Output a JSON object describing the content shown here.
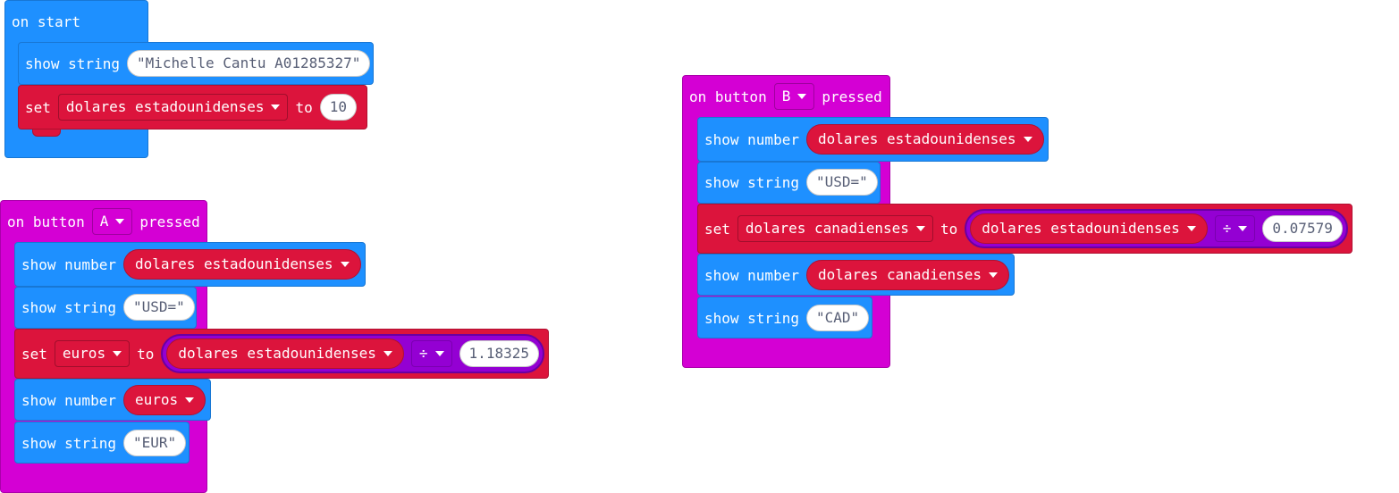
{
  "stacks": {
    "on_start": {
      "hat_label": "on start",
      "show_string_label": "show string",
      "show_string_value": "\"Michelle Cantu A01285327\"",
      "set_label": "set",
      "set_var": "dolares estadounidenses",
      "to_label": "to",
      "set_value": "10"
    },
    "button_a": {
      "hat_prefix": "on button",
      "button": "A",
      "hat_suffix": "pressed",
      "show_number_1_label": "show number",
      "show_number_1_var": "dolares estadounidenses",
      "show_string_1_label": "show string",
      "show_string_1_value": "\"USD=\"",
      "set_label": "set",
      "set_var": "euros",
      "to_label": "to",
      "op_var": "dolares estadounidenses",
      "op_symbol": "÷",
      "op_value": "1.18325",
      "show_number_2_label": "show number",
      "show_number_2_var": "euros",
      "show_string_2_label": "show string",
      "show_string_2_value": "\"EUR\""
    },
    "button_b": {
      "hat_prefix": "on button",
      "button": "B",
      "hat_suffix": "pressed",
      "show_number_1_label": "show number",
      "show_number_1_var": "dolares estadounidenses",
      "show_string_1_label": "show string",
      "show_string_1_value": "\"USD=\"",
      "set_label": "set",
      "set_var": "dolares canadienses",
      "to_label": "to",
      "op_var": "dolares estadounidenses",
      "op_symbol": "÷",
      "op_value": "0.07579",
      "show_number_2_label": "show number",
      "show_number_2_var": "dolares canadienses",
      "show_string_2_label": "show string",
      "show_string_2_value": "\"CAD\""
    }
  },
  "colors": {
    "basic_blue": "#1e90ff",
    "input_magenta": "#d400d4",
    "variables_red": "#dc143c",
    "math_purple": "#9400d3"
  }
}
